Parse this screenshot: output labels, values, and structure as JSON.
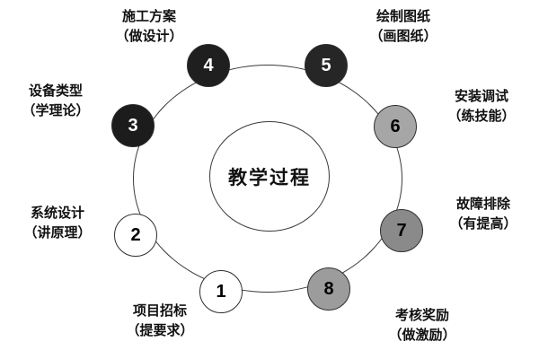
{
  "center": {
    "label": "教学过程"
  },
  "nodes": [
    {
      "number": "1",
      "title": "项目招标",
      "subtitle": "（提要求）",
      "bg": "#ffffff",
      "fg": "#000000"
    },
    {
      "number": "2",
      "title": "系统设计",
      "subtitle": "（讲原理）",
      "bg": "#ffffff",
      "fg": "#000000"
    },
    {
      "number": "3",
      "title": "设备类型",
      "subtitle": "（学理论）",
      "bg": "#1c1c1c",
      "fg": "#ffffff"
    },
    {
      "number": "4",
      "title": "施工方案",
      "subtitle": "（做设计）",
      "bg": "#1f1f1f",
      "fg": "#ffffff"
    },
    {
      "number": "5",
      "title": "绘制图纸",
      "subtitle": "（画图纸）",
      "bg": "#262626",
      "fg": "#ffffff"
    },
    {
      "number": "6",
      "title": "安装调试",
      "subtitle": "（练技能）",
      "bg": "#a6a6a6",
      "fg": "#000000"
    },
    {
      "number": "7",
      "title": "故障排除",
      "subtitle": "（有提高）",
      "bg": "#8a8a8a",
      "fg": "#000000"
    },
    {
      "number": "8",
      "title": "考核奖励",
      "subtitle": "（做激励）",
      "bg": "#9c9c9c",
      "fg": "#000000"
    }
  ]
}
